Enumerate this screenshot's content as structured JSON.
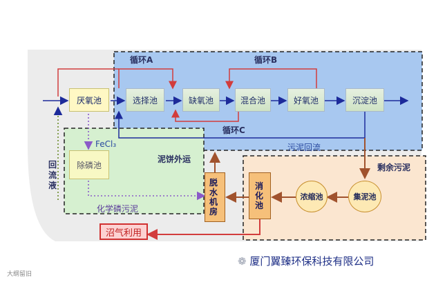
{
  "loops": {
    "a": "循环A",
    "b": "循环B",
    "c": "循环C"
  },
  "tanks": {
    "anaerobic": "厌氧池",
    "selection": "选择池",
    "anoxic": "缺氧池",
    "mixing": "混合池",
    "aerobic": "好氧池",
    "sedimentation": "沉淀池",
    "phosphorus_removal": "除磷池"
  },
  "chem": "FeCl₃",
  "labels": {
    "sludge_return": "污泥回流",
    "excess_sludge": "剩余污泥",
    "return_liquid": "回流液",
    "cake_transport": "泥饼外运",
    "chem_p_sludge": "化学磷污泥"
  },
  "equipment": {
    "dewatering": "脱水机房",
    "digestion": "消化池",
    "thickening": "浓缩池",
    "sludge_collect": "集泥池"
  },
  "biogas": "沼气利用",
  "footer": "厦门翼臻环保科技有限公司",
  "watermark": "大纲留旧",
  "colors": {
    "biological_zone": "#a8c8f0",
    "sludge_zone": "#fbe6d0",
    "chem_zone": "#d6f0d0",
    "return_line": "#e06060",
    "flow_line": "#1c2a9a",
    "sludge_line": "#a0522d"
  }
}
